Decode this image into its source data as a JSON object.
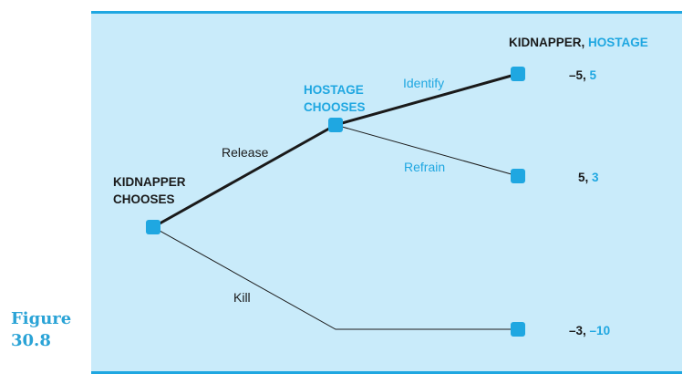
{
  "figure": {
    "label_line1": "Figure",
    "label_line2": "30.8"
  },
  "header": {
    "player1": "KIDNAPPER",
    "separator": ", ",
    "player2": "HOSTAGE"
  },
  "nodes": {
    "root": {
      "line1": "KIDNAPPER",
      "line2": "CHOOSES"
    },
    "hostage": {
      "line1": "HOSTAGE",
      "line2": "CHOOSES"
    }
  },
  "edges": {
    "release": "Release",
    "kill": "Kill",
    "identify": "Identify",
    "refrain": "Refrain"
  },
  "payoffs": [
    {
      "kidnapper": "–5",
      "hostage": "5"
    },
    {
      "kidnapper": "5",
      "hostage": "3"
    },
    {
      "kidnapper": "–3",
      "hostage": "–10"
    }
  ],
  "colors": {
    "panel": "#c9ebfa",
    "accent": "#1fa7e1",
    "ink": "#1a1a1a"
  }
}
